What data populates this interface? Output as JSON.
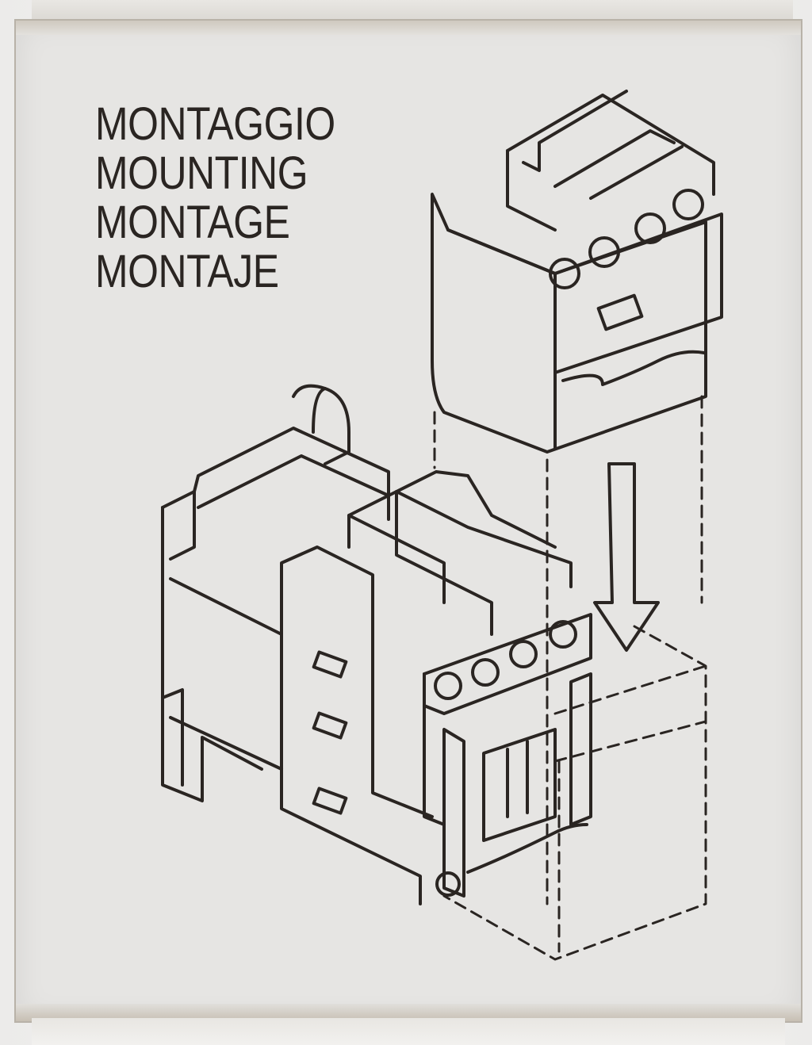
{
  "box": {
    "title_lines": [
      "MONTAGGIO",
      "MOUNTING",
      "MONTAGE",
      "MONTAJE"
    ]
  },
  "illustration": {
    "icon": "contactor-with-auxiliary-block-icon",
    "arrow_icon": "arrow-down-icon"
  },
  "colors": {
    "ink": "#2a2522",
    "cardboard": "#e6e5e3",
    "edge": "#b8b2a8"
  }
}
